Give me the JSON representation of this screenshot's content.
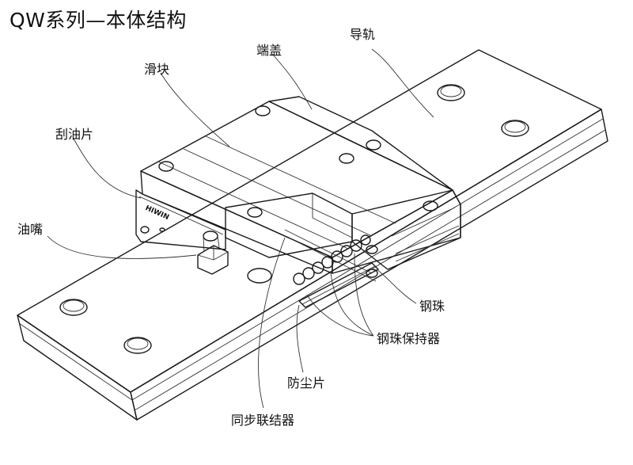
{
  "title": "QW系列—本体结构",
  "labels": {
    "rail": "导轨",
    "end_cap": "端盖",
    "block": "滑块",
    "scraper": "刮油片",
    "grease_nipple": "油嘴",
    "steel_ball": "钢珠",
    "ball_retainer": "钢珠保持器",
    "dust_strip": "防尘片",
    "sync_connector": "同步联结器"
  },
  "brand_mark": "HIWIN",
  "colors": {
    "line": "#1a1a1a",
    "background": "#ffffff"
  }
}
